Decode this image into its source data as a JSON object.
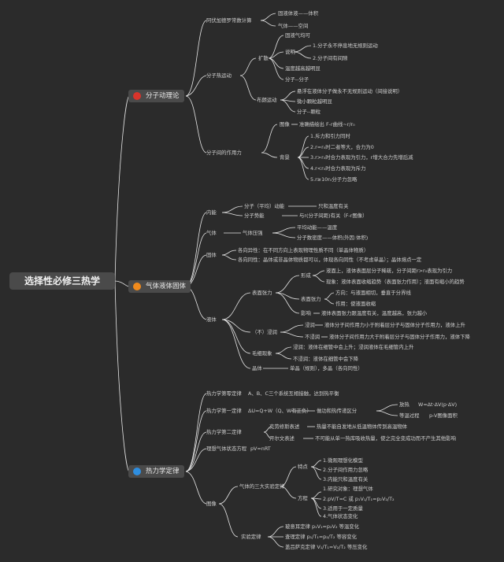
{
  "root": "选择性必修三热学",
  "colors": {
    "red": "#d9342b",
    "orange": "#f08a1c",
    "blue": "#2e8ee0"
  },
  "main": {
    "m1": "分子动理论",
    "m2": "气体液体固体",
    "m3": "热力学定律"
  },
  "labels": [
    "阿伏加德罗常数计算",
    "固液体液——体积",
    "气体——空间",
    "分子热运动",
    "扩散",
    "固液气均可",
    "说明",
    "1.分子永不停息地无规则运动",
    "2.分子间有间隙",
    "温度越高越明显",
    "分子--分子",
    "布朗运动",
    "悬浮在液体分子做永不无规则运动（间接说明）",
    "微小颗粒越明显",
    "分子--颗粒",
    "分子间的作用力",
    "图像",
    "准确描绘出 F-r曲线~r/r₀",
    "背景",
    "1.斥力和引力同时",
    "2.r=r₀时二者等大，合力为0",
    "3.r&gt;r₀时合力表现为引力，r增大合力先增后减",
    "4.r&lt;r₀时合力表现为斥力",
    "5.r≥10r₀分子力忽略",
    "内能",
    "分子（平均）动能",
    "只和温度有关",
    "分子势能",
    "与r(分子间距)有关（F-r图像）",
    "气体",
    "气体压强",
    "平均动能——温度",
    "分子数密度——体积(外因:体积)",
    "固体",
    "各向异性：在不同方向上表现物理性质不同（单晶体物质）",
    "各向同性：晶体或非晶体物质都可以，体现各向同性（不考虑单晶）；晶体熔点一定",
    "液体",
    "表面张力",
    "形成",
    "液面上，液体表面层分子稀疏，分子间距r&gt;r₀表现为引力",
    "现象：液体表面收缩趋势（表面张力作用）；液面有缩小的趋势",
    "表面张力",
    "方向：与液面相切，垂直于分界线",
    "作用：使液面收缩",
    "影响",
    "液体表面张力跟温度有关，温度越高，张力越小",
    "（不）浸润",
    "浸润",
    "液体分子间作用力小于附着层分子与固体分子作用力，液体上升",
    "不浸润",
    "液体分子间作用力大于附着层分子与固体分子作用力，液体下降",
    "毛细现象",
    "浸润：液体在细管中会上升；浸润液体在毛细管内上升",
    "不浸润：液体在细管中会下降",
    "晶体",
    "单晶（规则），多晶（各向同性）",
    "热力学第零定律",
    "A、B、C三个系统互相接触，达到热平衡",
    "热力学第一定律",
    "ΔU=Q+W（Q、W有正负）",
    "做功和热传递区分",
    "放热",
    "W=Δt·ΔV(p·ΔV)",
    "等温过程",
    "p-V图像面积",
    "热力学第二定律",
    "克劳修斯表述",
    "热量不能自发地从低温物体传到高温物体",
    "开尔文表述",
    "不可能从单一热库吸收热量，使之完全变成功而不产生其他影响",
    "理想气体状态方程",
    "pV=nRT",
    "图像",
    "气体的三大实验定律",
    "特点",
    "1.微观理想化模型",
    "2.分子间作用力忽略",
    "3.内能只和温度有关",
    "方程",
    "1.研究对象：理想气体",
    "2.pV/T=C 或 p₁V₁/T₁=p₂V₂/T₂",
    "3.适用于一定质量",
    "4.气体状态变化",
    "实验定律",
    "玻意耳定律 p₁V₁=p₂V₂ 等温变化",
    "查理定律 p₁/T₁=p₂/T₂ 等容变化",
    "盖吕萨克定律 V₁/T₁=V₂/T₂ 等压变化"
  ]
}
